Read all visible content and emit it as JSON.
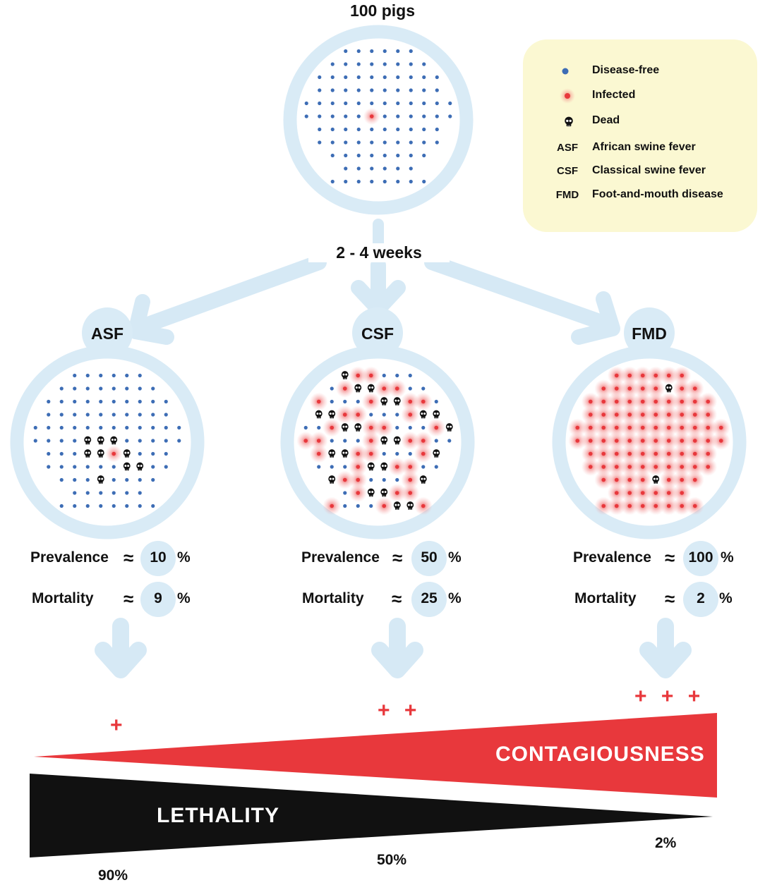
{
  "title": "100 pigs",
  "interval": "2 - 4 weeks",
  "legend": {
    "items": [
      {
        "key": "dot",
        "label": "Disease-free"
      },
      {
        "key": "dot-red",
        "label": "Infected"
      },
      {
        "key": "skull-icon",
        "label": "Dead"
      },
      {
        "key": "ASF",
        "label": "African swine fever"
      },
      {
        "key": "CSF",
        "label": "Classical swine fever"
      },
      {
        "key": "FMD",
        "label": "Foot-and-mouth disease"
      }
    ]
  },
  "diseases": [
    {
      "code": "ASF",
      "prevalence_label": "Prevalence",
      "prevalence": "10",
      "mortality_label": "Mortality",
      "mortality": "9",
      "unit": "%",
      "approx": "≈",
      "contagiousness": "+",
      "lethality": "90%"
    },
    {
      "code": "CSF",
      "prevalence_label": "Prevalence",
      "prevalence": "50",
      "mortality_label": "Mortality",
      "mortality": "25",
      "unit": "%",
      "approx": "≈",
      "contagiousness": "+ +",
      "lethality": "50%"
    },
    {
      "code": "FMD",
      "prevalence_label": "Prevalence",
      "prevalence": "100",
      "mortality_label": "Mortality",
      "mortality": "2",
      "unit": "%",
      "approx": "≈",
      "contagiousness": "+ + +",
      "lethality": "2%"
    }
  ],
  "bars": {
    "contagiousness": "CONTAGIOUSNESS",
    "lethality": "LETHALITY"
  },
  "colors": {
    "disease_free": "#3d6db5",
    "infected": "#e8383c",
    "dead": "#111111",
    "circle": "#d9ebf6",
    "legend_bg": "#fbf8d2",
    "contagiousness_bar": "#e8383c",
    "lethality_bar": "#111111"
  }
}
